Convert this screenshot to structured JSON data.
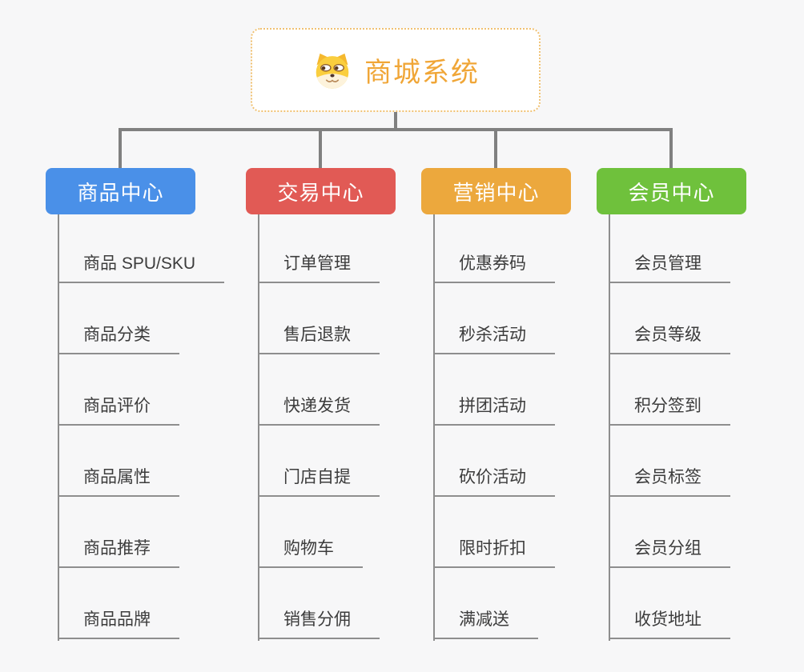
{
  "root": {
    "title": "商城系统",
    "icon": "dog-face-icon"
  },
  "branches": [
    {
      "id": "product-center",
      "label": "商品中心",
      "color": "#4A90E8",
      "children": [
        "商品 SPU/SKU",
        "商品分类",
        "商品评价",
        "商品属性",
        "商品推荐",
        "商品品牌"
      ]
    },
    {
      "id": "trade-center",
      "label": "交易中心",
      "color": "#E15A55",
      "children": [
        "订单管理",
        "售后退款",
        "快递发货",
        "门店自提",
        "购物车",
        "销售分佣"
      ]
    },
    {
      "id": "marketing-center",
      "label": "营销中心",
      "color": "#ECA83D",
      "children": [
        "优惠券码",
        "秒杀活动",
        "拼团活动",
        "砍价活动",
        "限时折扣",
        "满减送"
      ]
    },
    {
      "id": "member-center",
      "label": "会员中心",
      "color": "#6FC13C",
      "children": [
        "会员管理",
        "会员等级",
        "积分签到",
        "会员标签",
        "会员分组",
        "收货地址"
      ]
    }
  ],
  "theme": {
    "background": "#F7F7F8",
    "connector_color": "#808080",
    "branch_line_color": "#8E8E8E",
    "root_text_color": "#F0A637",
    "root_border_color": "#F0C172",
    "child_text_color": "#3C3C3C"
  }
}
